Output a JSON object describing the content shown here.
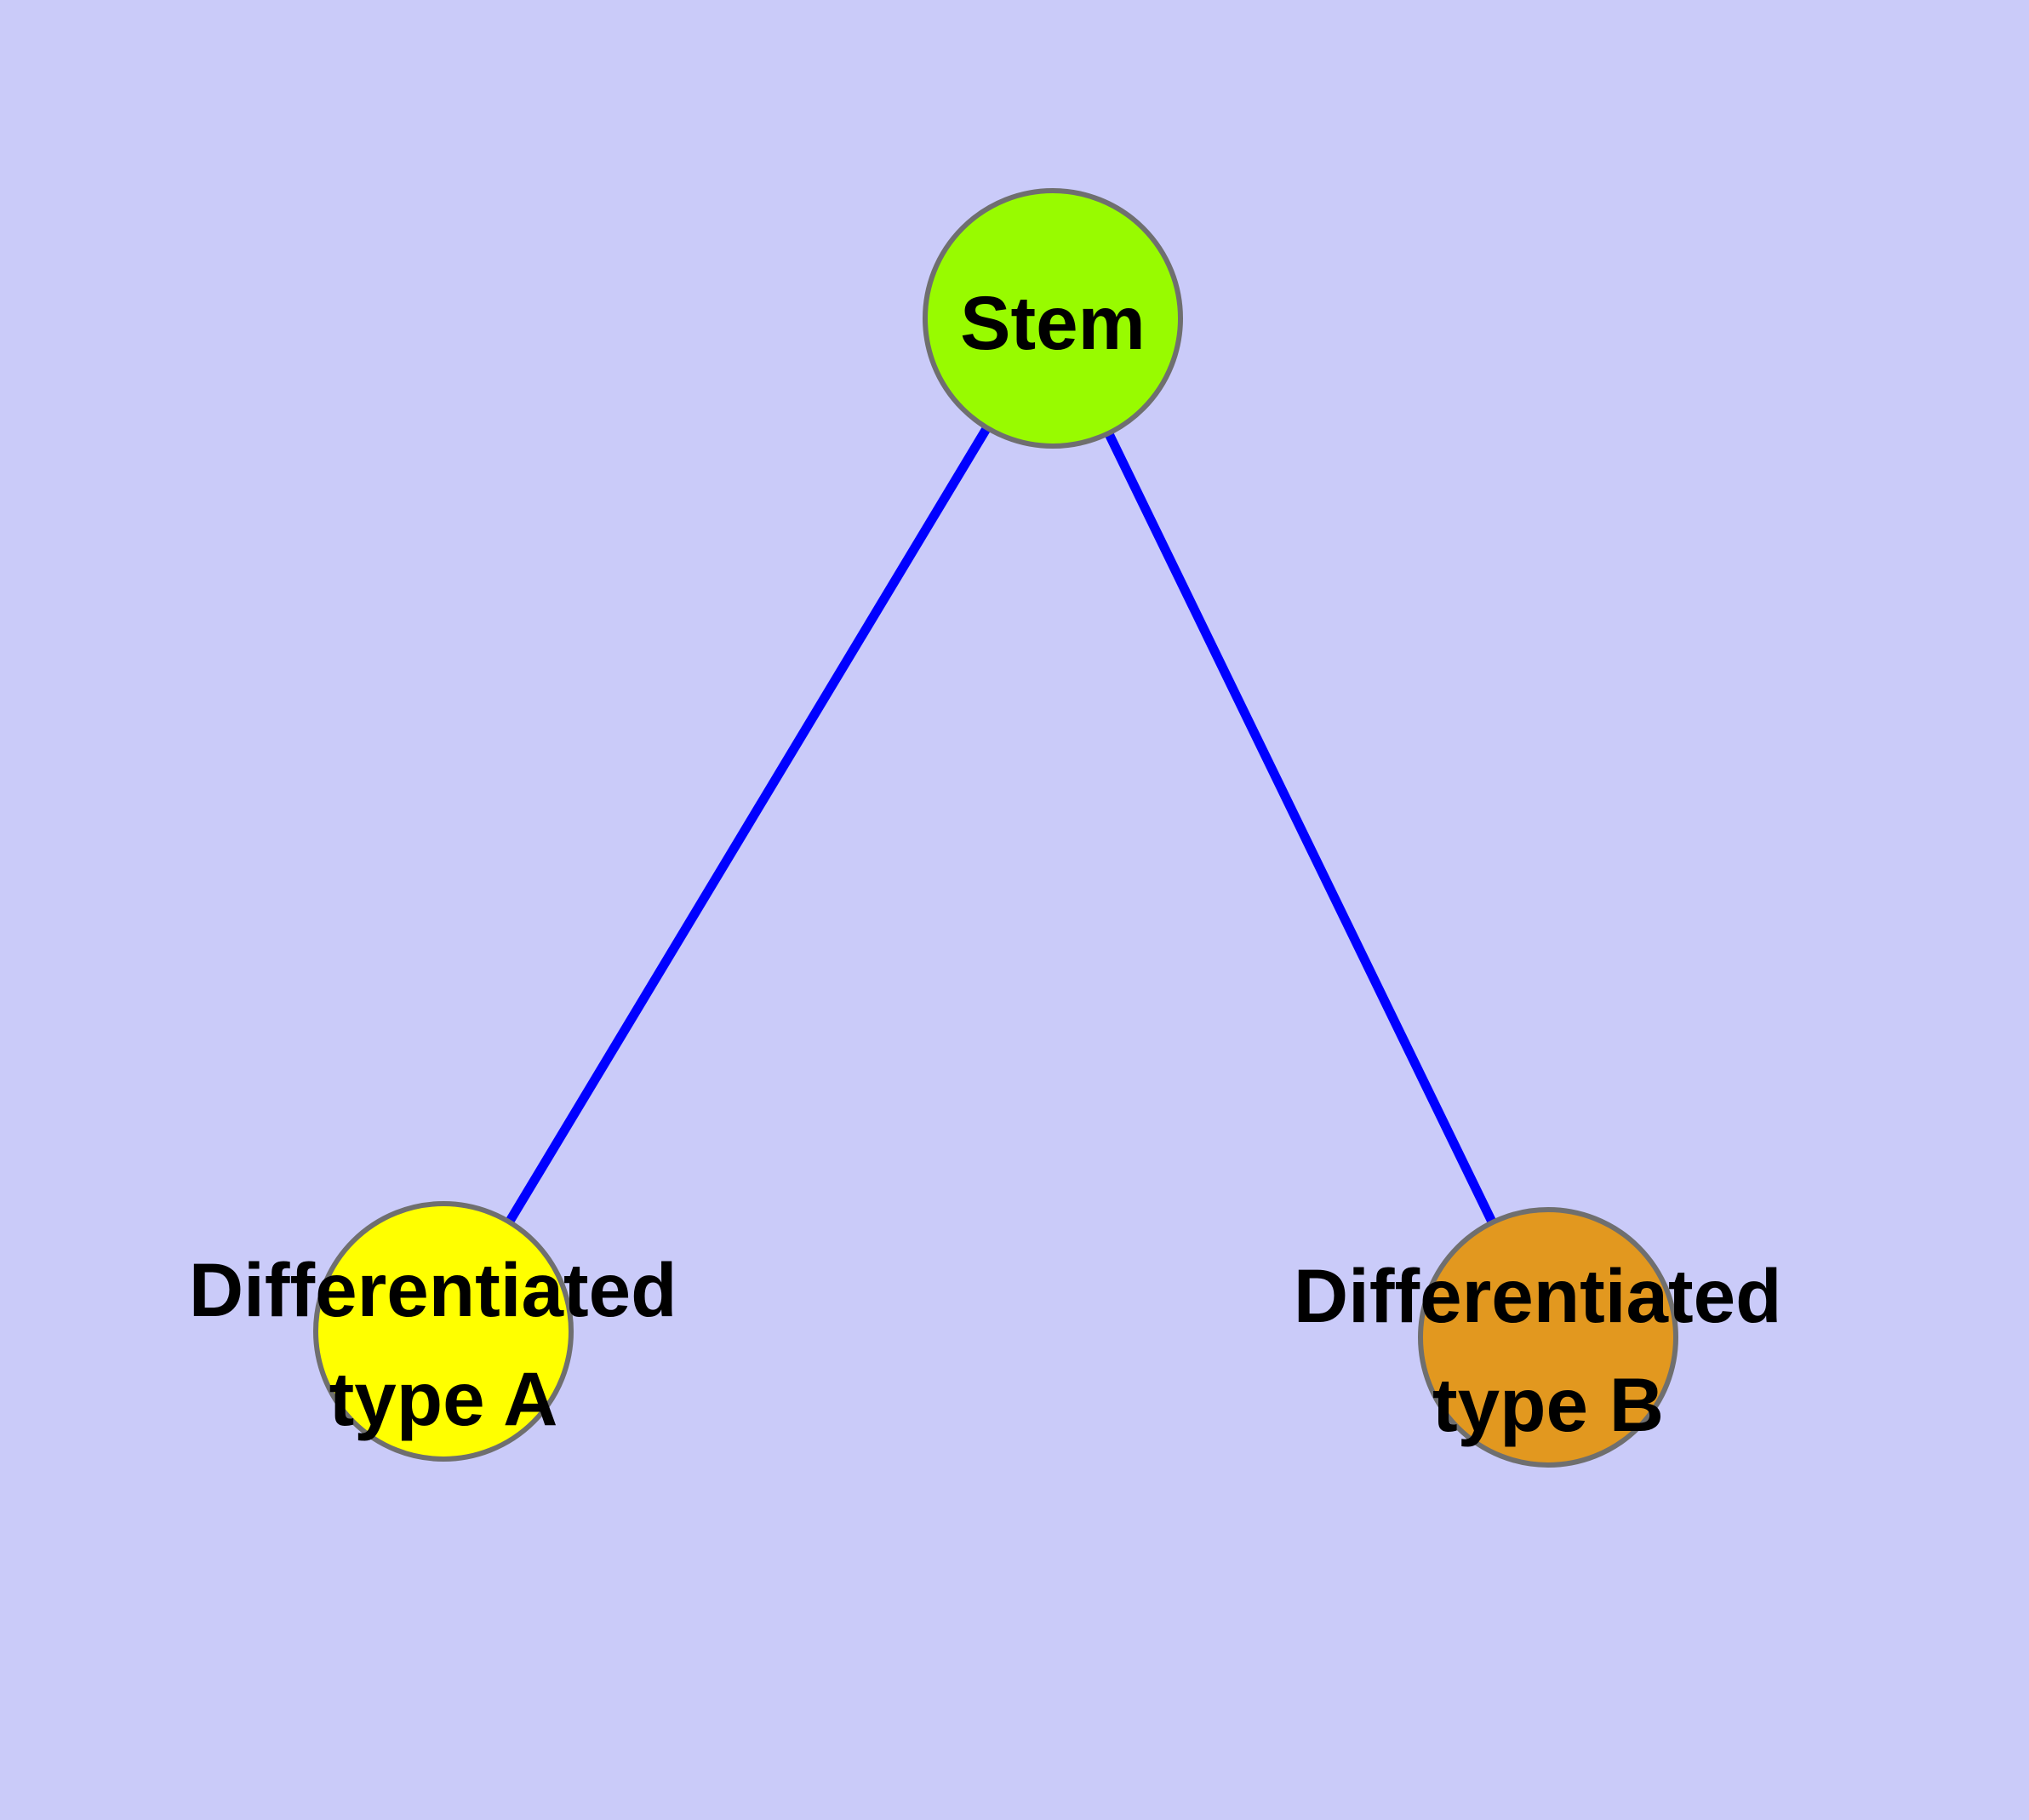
{
  "diagram": {
    "title": "",
    "background_color": "#CACBF9",
    "edge_color": "#0000FF",
    "node_border_color": "#6F6F6F",
    "label_color": "#000000",
    "nodes": [
      {
        "id": "stem",
        "label": "Stem",
        "fill": "#98FB00"
      },
      {
        "id": "typeA",
        "label_line1": "Differentiated",
        "label_line2": "type A",
        "fill": "#FFFF00"
      },
      {
        "id": "typeB",
        "label_line1": "Differentiated",
        "label_line2": "type B",
        "fill": "#E2981F"
      }
    ],
    "edges": [
      {
        "from": "Stem",
        "to": "Differentiated type A"
      },
      {
        "from": "Stem",
        "to": "Differentiated type B"
      }
    ]
  }
}
